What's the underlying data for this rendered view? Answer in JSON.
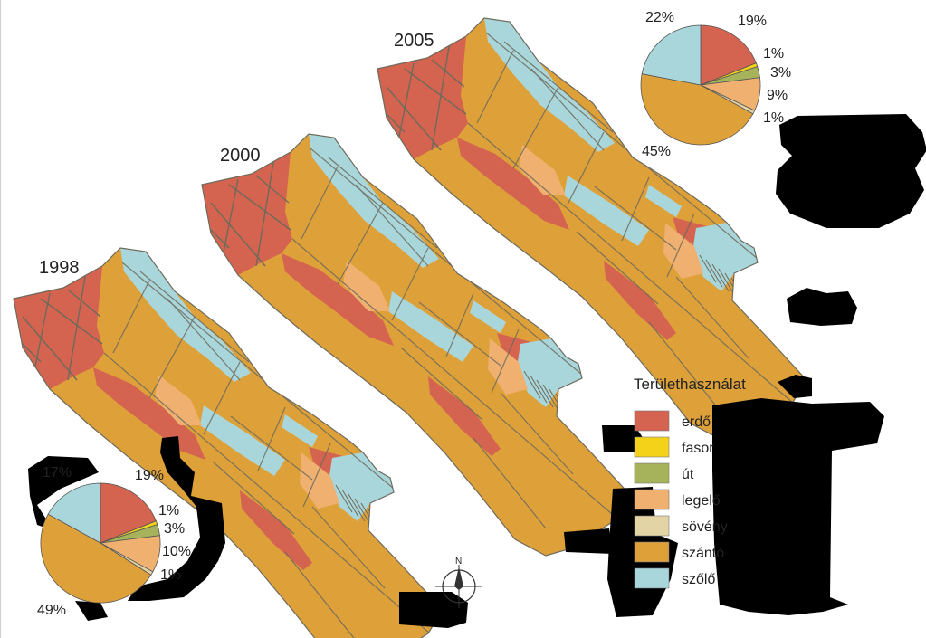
{
  "colors": {
    "erdo": "#d4644f",
    "fasor": "#f4d21a",
    "ut": "#a7b35a",
    "legelo": "#efb070",
    "soveny": "#e3d4a6",
    "szanto": "#dea13a",
    "szolo": "#a9d6da",
    "outline": "#6d6a5c",
    "redaction": "#000000"
  },
  "maps": [
    {
      "year": "1998"
    },
    {
      "year": "2000"
    },
    {
      "year": "2005"
    }
  ],
  "pie_1998": {
    "slices": [
      {
        "class": "erdo",
        "percent": 19,
        "label": "19%"
      },
      {
        "class": "fasor",
        "percent": 1,
        "label": "1%"
      },
      {
        "class": "ut",
        "percent": 3,
        "label": "3%"
      },
      {
        "class": "legelo",
        "percent": 10,
        "label": "10%"
      },
      {
        "class": "soveny",
        "percent": 1,
        "label": "1%"
      },
      {
        "class": "szanto",
        "percent": 49,
        "label": "49%"
      },
      {
        "class": "szolo",
        "percent": 17,
        "label": "17%"
      }
    ]
  },
  "pie_2005": {
    "slices": [
      {
        "class": "erdo",
        "percent": 19,
        "label": "19%"
      },
      {
        "class": "fasor",
        "percent": 1,
        "label": "1%"
      },
      {
        "class": "ut",
        "percent": 3,
        "label": "3%"
      },
      {
        "class": "legelo",
        "percent": 9,
        "label": "9%"
      },
      {
        "class": "soveny",
        "percent": 1,
        "label": "1%"
      },
      {
        "class": "szanto",
        "percent": 45,
        "label": "45%"
      },
      {
        "class": "szolo",
        "percent": 22,
        "label": "22%"
      }
    ]
  },
  "legend": {
    "title": "Területhasználat",
    "items": [
      {
        "key": "erdo",
        "label": "erdő"
      },
      {
        "key": "fasor",
        "label": "fasor"
      },
      {
        "key": "ut",
        "label": "út"
      },
      {
        "key": "legelo",
        "label": "legelő"
      },
      {
        "key": "soveny",
        "label": "sövény"
      },
      {
        "key": "szanto",
        "label": "szántó"
      },
      {
        "key": "szolo",
        "label": "szőlő"
      }
    ]
  },
  "north_arrow": {
    "label": "N"
  }
}
